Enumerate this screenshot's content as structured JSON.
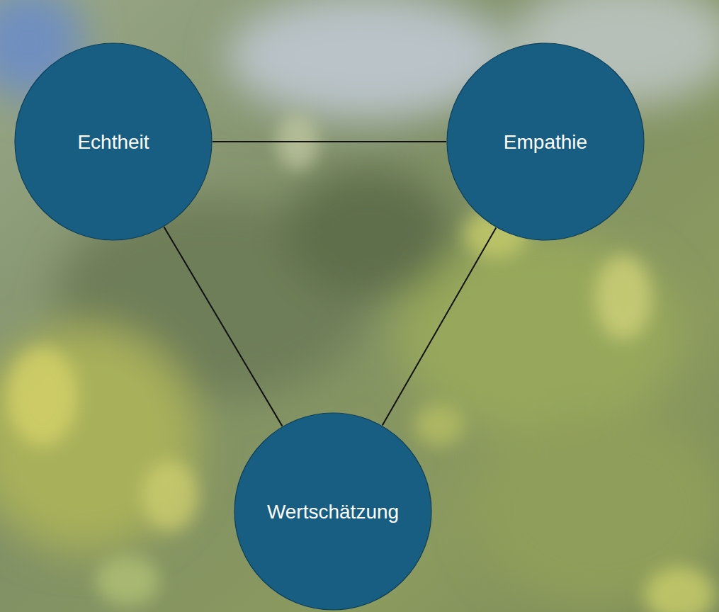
{
  "diagram": {
    "nodes": [
      {
        "text": [
          "Echtheit"
        ]
      },
      {
        "text": [
          "Empathie"
        ]
      },
      {
        "text": [
          "Wertschätzung"
        ]
      }
    ],
    "edges": [
      {
        "from": 0,
        "to": 1,
        "arrow": "none"
      },
      {
        "from": 0,
        "to": 2,
        "arrow": "none"
      },
      {
        "from": 1,
        "to": 2,
        "arrow": "none"
      }
    ]
  }
}
